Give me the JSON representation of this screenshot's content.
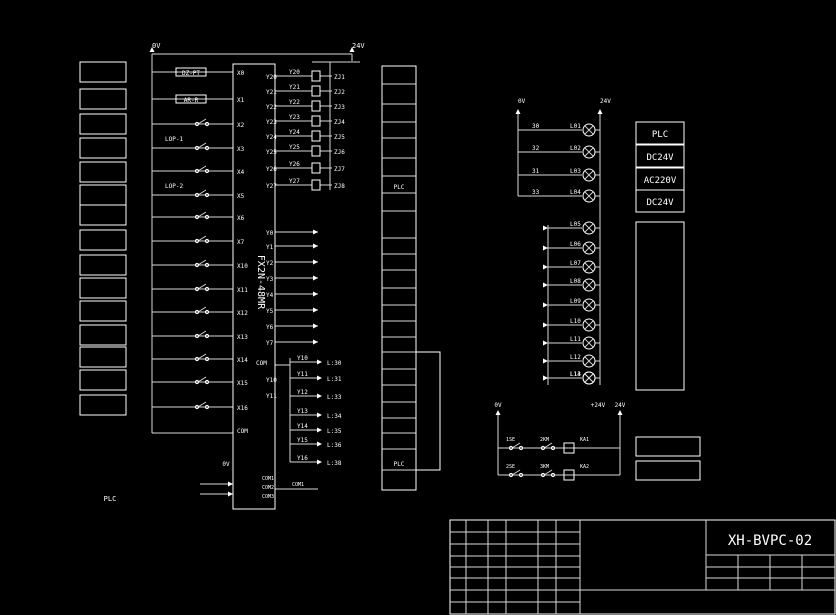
{
  "drawing": {
    "number": "XH-BVPC-02",
    "title": "",
    "station_label": "",
    "plc_label": "PLC"
  },
  "buses": {
    "left_positive": "0V",
    "left_negative": "24V",
    "right_positive": "0V",
    "right_negative": "24V",
    "relay_left": "0V",
    "relay_mid": "+24V",
    "relay_right": "24V"
  },
  "left_inputs": {
    "labels": [
      "",
      "",
      "",
      "",
      "",
      "",
      "",
      "",
      "",
      "",
      "",
      "",
      "",
      "",
      "",
      ""
    ],
    "contacts": [
      "DZ-PT",
      "AR-R",
      "",
      "LOP-1",
      "",
      "LOP-2",
      "",
      "",
      "",
      "",
      "",
      "",
      "",
      "",
      "",
      ""
    ],
    "terminals": [
      "X0",
      "X1",
      "X2",
      "X3",
      "X4",
      "X5",
      "X6",
      "X7",
      "X10",
      "X11",
      "X12",
      "X13",
      "X14",
      "X15",
      "X16",
      "COM"
    ]
  },
  "plc": {
    "model": "FX2N-48MR",
    "outputs_top": [
      "Y20",
      "Y21",
      "Y22",
      "Y23",
      "Y24",
      "Y25",
      "Y26",
      "Y27"
    ],
    "outputs_bottom": [
      "Y0",
      "Y1",
      "Y2",
      "Y3",
      "Y4",
      "Y5",
      "Y6",
      "Y7",
      "COM",
      "Y10",
      "Y11"
    ],
    "com_labels": [
      "COM1",
      "COM2",
      "COM3"
    ]
  },
  "relays": {
    "wires": [
      "Y20",
      "Y21",
      "Y22",
      "Y23",
      "Y24",
      "Y25",
      "Y26",
      "Y27"
    ],
    "names": [
      "ZJ1",
      "ZJ2",
      "ZJ3",
      "ZJ4",
      "ZJ5",
      "ZJ6",
      "ZJ7",
      "ZJ8"
    ]
  },
  "mid_box_labels": [
    "",
    "",
    "",
    "",
    "",
    "",
    "PLC",
    "",
    "",
    "",
    "",
    "",
    "",
    "",
    "",
    "",
    "",
    "",
    "",
    "",
    "",
    "",
    "PLC",
    ""
  ],
  "mid_side_label": "",
  "bottom_outputs": {
    "wires": [
      "Y10",
      "Y11",
      "Y12",
      "Y13",
      "Y14",
      "Y15",
      "Y16"
    ],
    "codes": [
      "L:30",
      "L:31",
      "L:33",
      "L:34",
      "L:35",
      "L:36",
      "L:38"
    ]
  },
  "lamps": {
    "wires": [
      "30",
      "32",
      "31",
      "33",
      "",
      "",
      "",
      "",
      "",
      "",
      "",
      "",
      "",
      ""
    ],
    "names": [
      "L01",
      "L02",
      "L03",
      "L04",
      "L05",
      "L06",
      "L07",
      "L08",
      "L09",
      "L10",
      "L11",
      "L12",
      "L13",
      "L14"
    ]
  },
  "status_labels": [
    "PLC",
    "DC24V",
    "AC220V",
    "DC24V",
    "",
    "",
    "",
    "",
    "",
    "",
    "",
    "",
    "",
    ""
  ],
  "relay_circuit": {
    "row1": [
      "1SE",
      "2KM",
      "KA1"
    ],
    "row2": [
      "2SE",
      "3KM",
      "KA2"
    ],
    "labels": [
      "",
      ""
    ]
  },
  "title_block": {
    "row_labels": [
      "",
      "",
      "",
      "",
      ""
    ],
    "col_labels": [
      "",
      "",
      "",
      ""
    ]
  }
}
